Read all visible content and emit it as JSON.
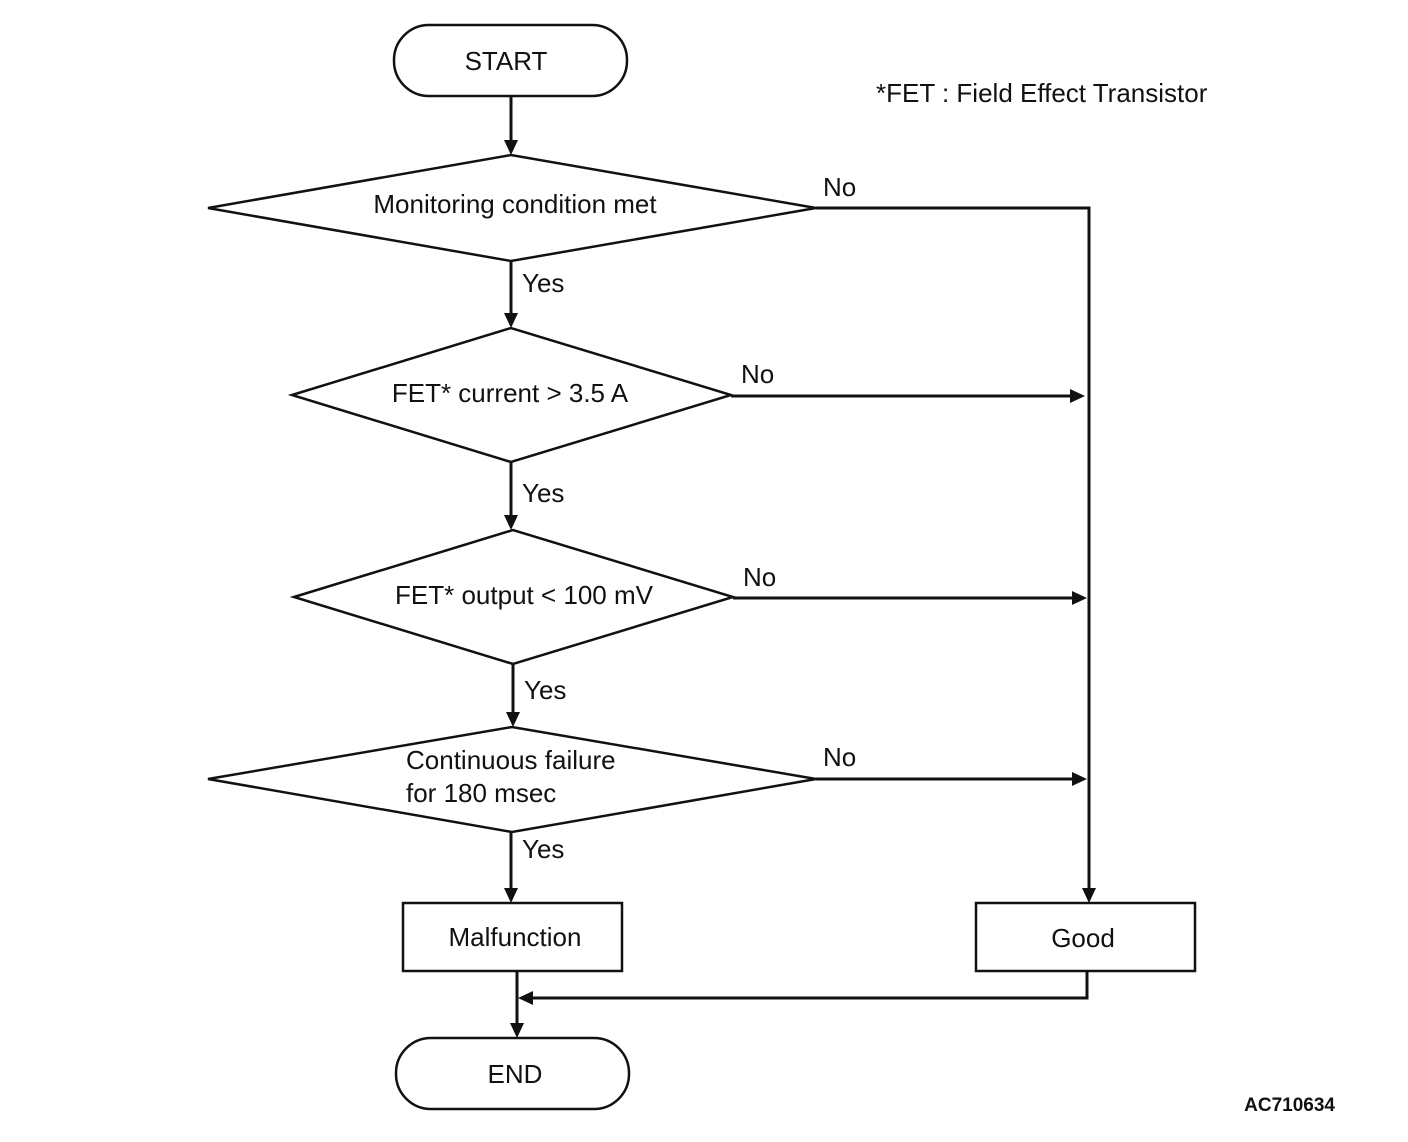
{
  "terminals": {
    "start": "START",
    "end": "END"
  },
  "footnote": "*FET : Field Effect Transistor",
  "decisions": [
    {
      "lines": [
        "Monitoring condition met"
      ],
      "yes_label": "Yes",
      "no_label": "No"
    },
    {
      "lines": [
        "FET* current > 3.5 A"
      ],
      "yes_label": "Yes",
      "no_label": "No"
    },
    {
      "lines": [
        "FET* output < 100 mV"
      ],
      "yes_label": "Yes",
      "no_label": "No"
    },
    {
      "lines": [
        "Continuous failure",
        "for 180 msec"
      ],
      "yes_label": "Yes",
      "no_label": "No"
    }
  ],
  "results": {
    "malfunction": "Malfunction",
    "good": "Good"
  },
  "figure_id": "AC710634"
}
